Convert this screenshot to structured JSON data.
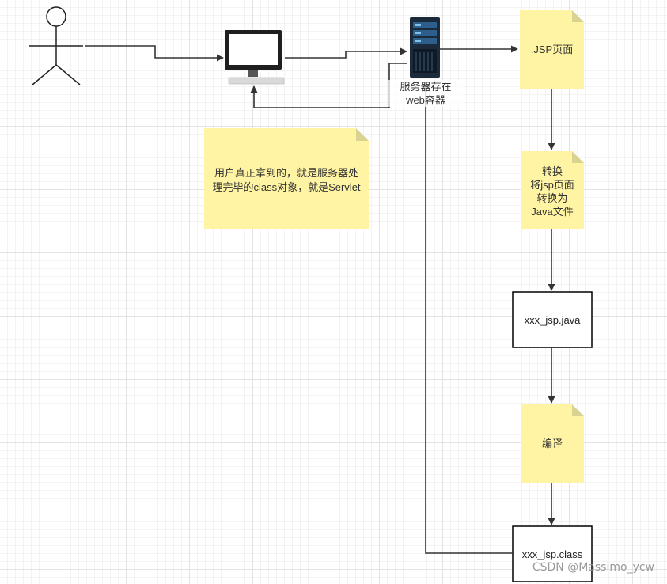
{
  "colors": {
    "note_fill": "#fff4a3",
    "note_fold": "#d9d291",
    "line": "#333333",
    "box_stroke": "#000000",
    "server_dark": "#1a2a3a",
    "server_light": "#5aa0d8"
  },
  "icons": {
    "user": "stick-figure-user-icon",
    "pc": "desktop-monitor-icon",
    "server": "server-rack-icon"
  },
  "server_label": "服务器存在\nweb容器",
  "note_user": "用户真正拿到的，就是服务器处\n理完毕的class对象，就是Servlet",
  "note_jsp": ".JSP页面",
  "note_convert": "转换\n将jsp页面\n转换为\nJava文件",
  "box_java": "xxx_jsp.java",
  "note_compile": "编译",
  "box_class": "xxx_jsp.class",
  "watermark": "CSDN @Massimo_ycw"
}
